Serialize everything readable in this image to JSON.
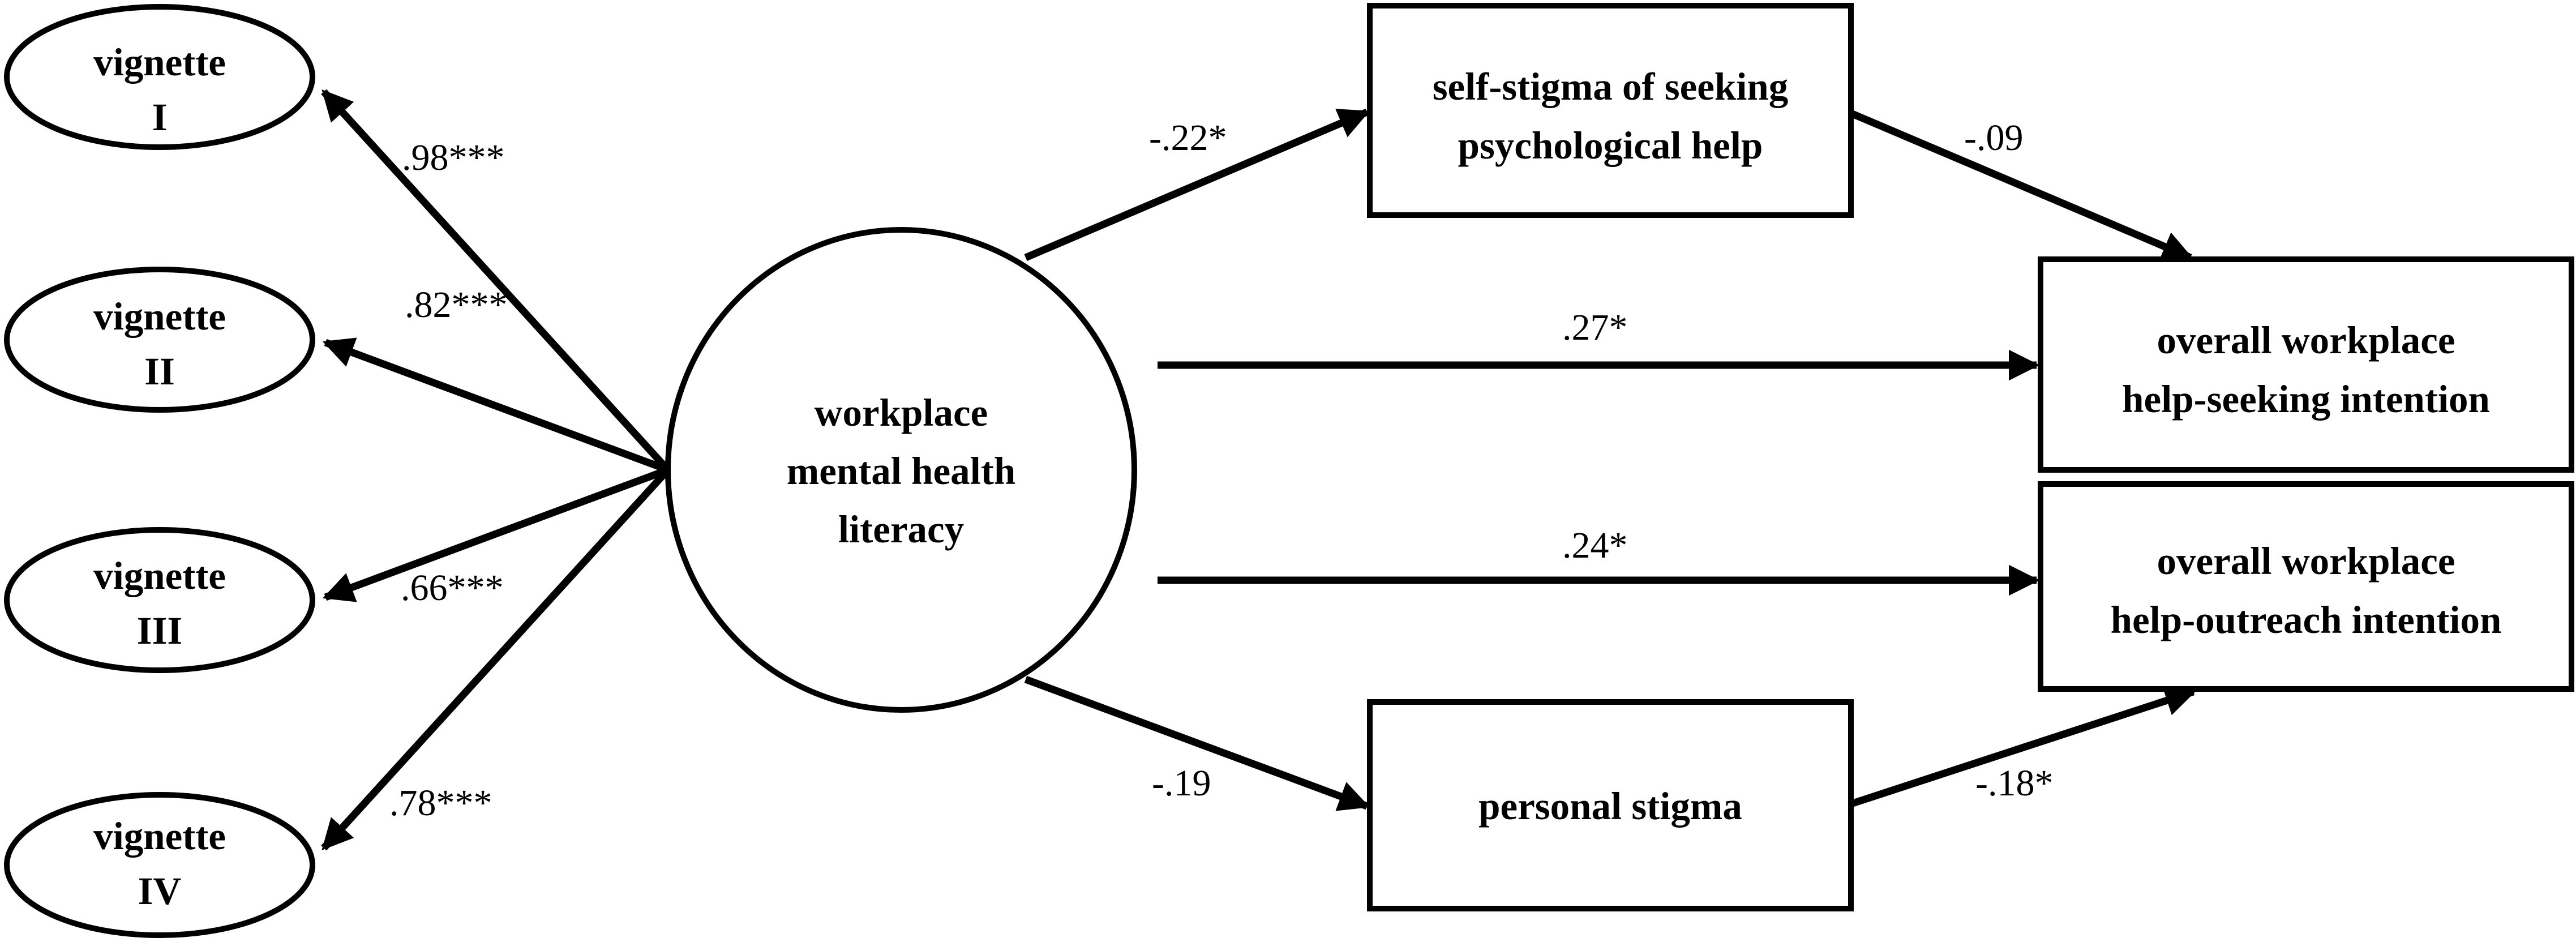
{
  "nodes": {
    "vignette_1": {
      "line1": "vignette",
      "line2": "I"
    },
    "vignette_2": {
      "line1": "vignette",
      "line2": "II"
    },
    "vignette_3": {
      "line1": "vignette",
      "line2": "III"
    },
    "vignette_4": {
      "line1": "vignette",
      "line2": "IV"
    },
    "wmhl": {
      "line1": "workplace",
      "line2": "mental health",
      "line3": "literacy"
    },
    "self_stigma": {
      "line1": "self-stigma of seeking",
      "line2": "psychological help"
    },
    "help_seeking": {
      "line1": "overall workplace",
      "line2": "help-seeking intention"
    },
    "help_outreach": {
      "line1": "overall workplace",
      "line2": "help-outreach intention"
    },
    "personal_stigma": {
      "line1": "personal stigma"
    }
  },
  "paths": {
    "wmhl_to_vignette_1": ".98***",
    "wmhl_to_vignette_2": ".82***",
    "wmhl_to_vignette_3": ".66***",
    "wmhl_to_vignette_4": ".78***",
    "wmhl_to_self_stigma": "-.22*",
    "self_stigma_to_help_seeking": "-.09",
    "wmhl_to_help_seeking": ".27*",
    "wmhl_to_help_outreach": ".24*",
    "wmhl_to_personal_stigma": "-.19",
    "personal_stigma_to_help_outreach": "-.18*"
  }
}
